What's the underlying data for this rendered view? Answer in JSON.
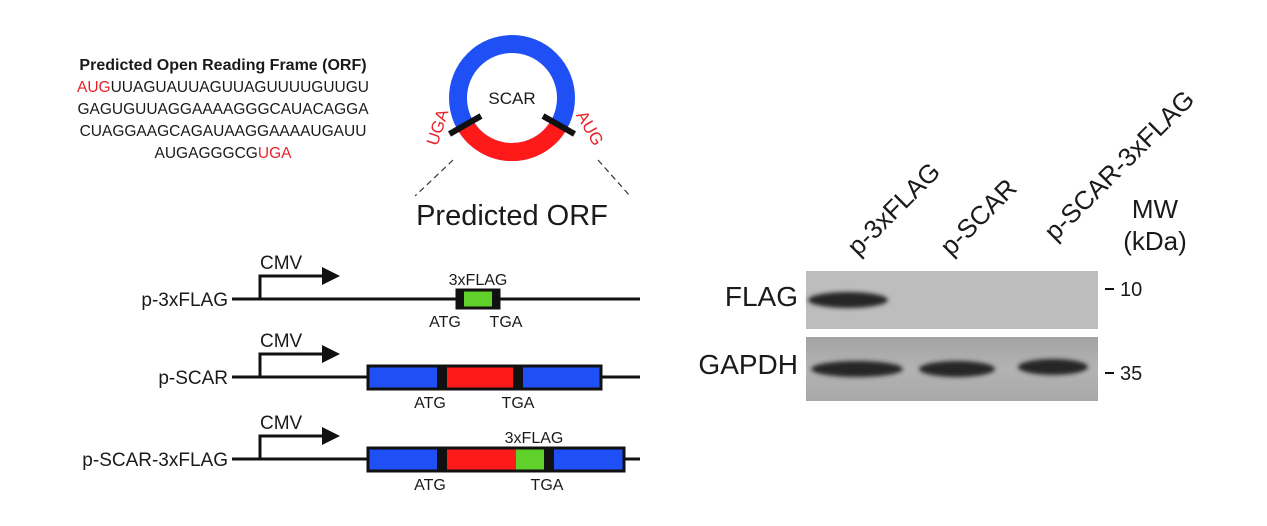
{
  "colors": {
    "scar": "#1f50f5",
    "orf": "#ff1a1a",
    "flag_tag": "#5fd12a",
    "highlight": "#e8222b"
  },
  "orf_panel": {
    "title": "Predicted Open Reading Frame (ORF)",
    "start_codon": "AUG",
    "line1_rest": "UUAGUAUUAGUUAGUUUUGUUGU",
    "line2": "GAGUGUUAGGAAAAGGGCAUACAGGA",
    "line3": "CUAGGAAGCAGAUAAGGAAAAUGAUU",
    "line4_main": "AUGAGGGCG",
    "stop_codon": "UGA"
  },
  "plasmid": {
    "center_label": "SCAR",
    "start_label": "AUG",
    "stop_label": "UGA",
    "caption": "Predicted ORF"
  },
  "constructs": {
    "promoter": "CMV",
    "tag": "3xFLAG",
    "start": "ATG",
    "stop": "TGA",
    "names": [
      "p-3xFLAG",
      "p-SCAR",
      "p-SCAR-3xFLAG"
    ]
  },
  "blot": {
    "lanes": [
      "p-3xFLAG",
      "p-SCAR",
      "p-SCAR-3xFLAG"
    ],
    "mw_header": [
      "MW",
      "(kDa)"
    ],
    "rows": [
      {
        "name": "FLAG",
        "mw": "10",
        "signal": [
          1,
          0,
          0
        ]
      },
      {
        "name": "GAPDH",
        "mw": "35",
        "signal": [
          1,
          1,
          1
        ]
      }
    ]
  }
}
